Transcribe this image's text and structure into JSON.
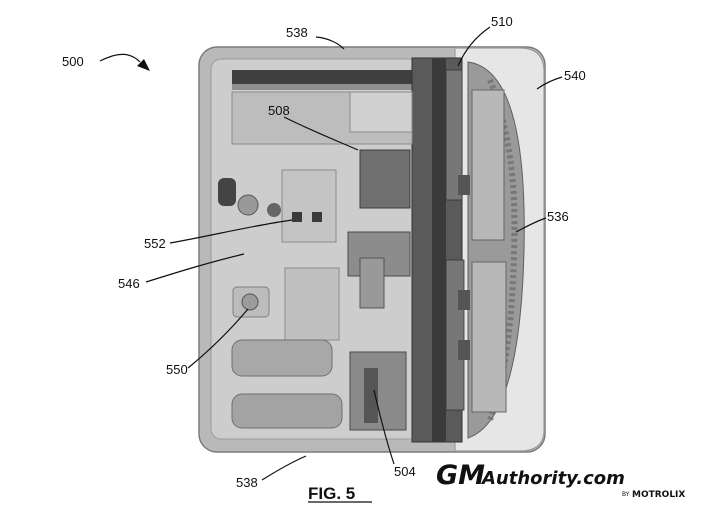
{
  "figure": {
    "caption": "FIG. 5",
    "labels": {
      "l500": "500",
      "l538_top": "538",
      "l510": "510",
      "l540": "540",
      "l508": "508",
      "l536": "536",
      "l552": "552",
      "l546": "546",
      "l550": "550",
      "l538_bottom": "538",
      "l504": "504"
    }
  },
  "watermark": {
    "brand_gm": "GM",
    "brand_rest": "Authority.com",
    "by": "BY",
    "partner": "MOTROLIX"
  },
  "colors": {
    "housing": "#c9c9c9",
    "housing_edge": "#8a8a8a",
    "dark_component": "#4a4a4a",
    "cover": "#e4e4e4",
    "ink": "#111111"
  }
}
